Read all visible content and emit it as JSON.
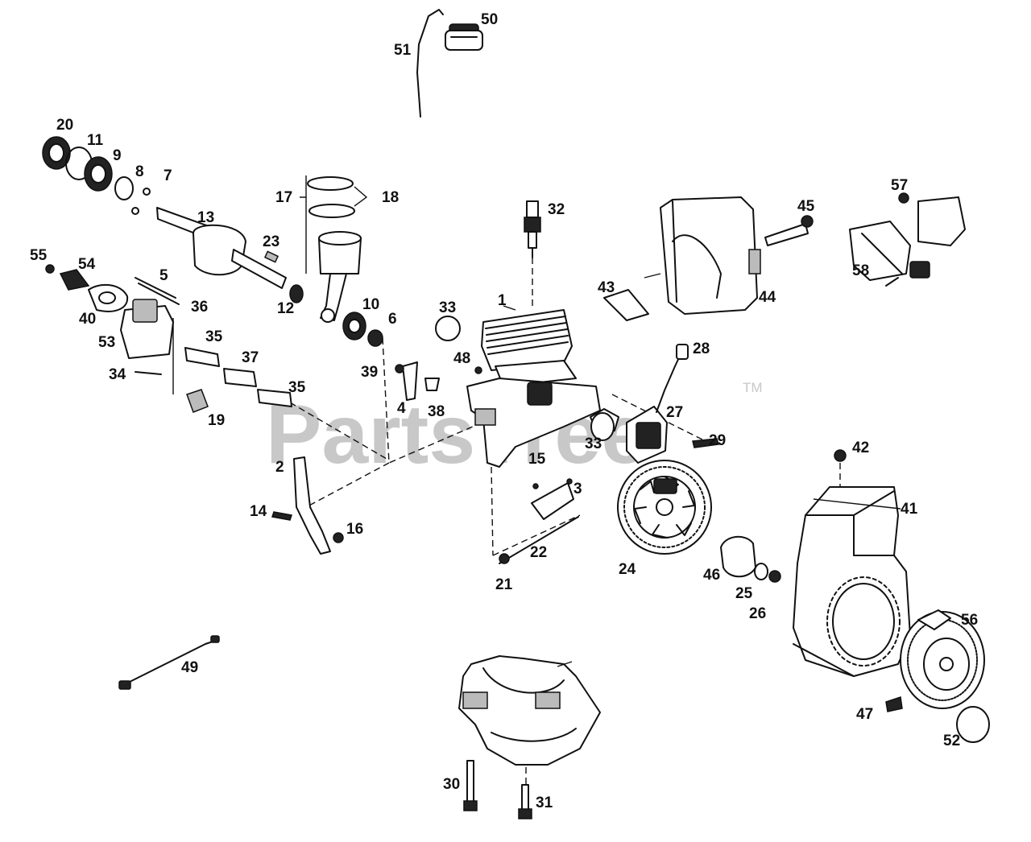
{
  "watermark": {
    "text": "PartsTree",
    "trademark": "TM"
  },
  "callouts": [
    "1",
    "2",
    "3",
    "4",
    "5",
    "6",
    "7",
    "8",
    "9",
    "10",
    "11",
    "12",
    "13",
    "14",
    "15",
    "16",
    "17",
    "18",
    "19",
    "20",
    "21",
    "22",
    "23",
    "24",
    "25",
    "26",
    "27",
    "28",
    "29",
    "30",
    "31",
    "32",
    "33",
    "34",
    "35",
    "36",
    "37",
    "38",
    "39",
    "40",
    "41",
    "42",
    "43",
    "44",
    "45",
    "46",
    "47",
    "48",
    "49",
    "50",
    "51",
    "52",
    "53",
    "54",
    "55",
    "56",
    "57",
    "58"
  ],
  "icons": [
    "cylinder-block",
    "crankcase-half",
    "crankshaft",
    "piston",
    "flywheel",
    "blower-housing",
    "recoil-starter",
    "electric-starter",
    "muffler",
    "ignition-module",
    "spark-plug",
    "carburetor",
    "primer-bulb",
    "fuel-line",
    "throttle-cable"
  ]
}
